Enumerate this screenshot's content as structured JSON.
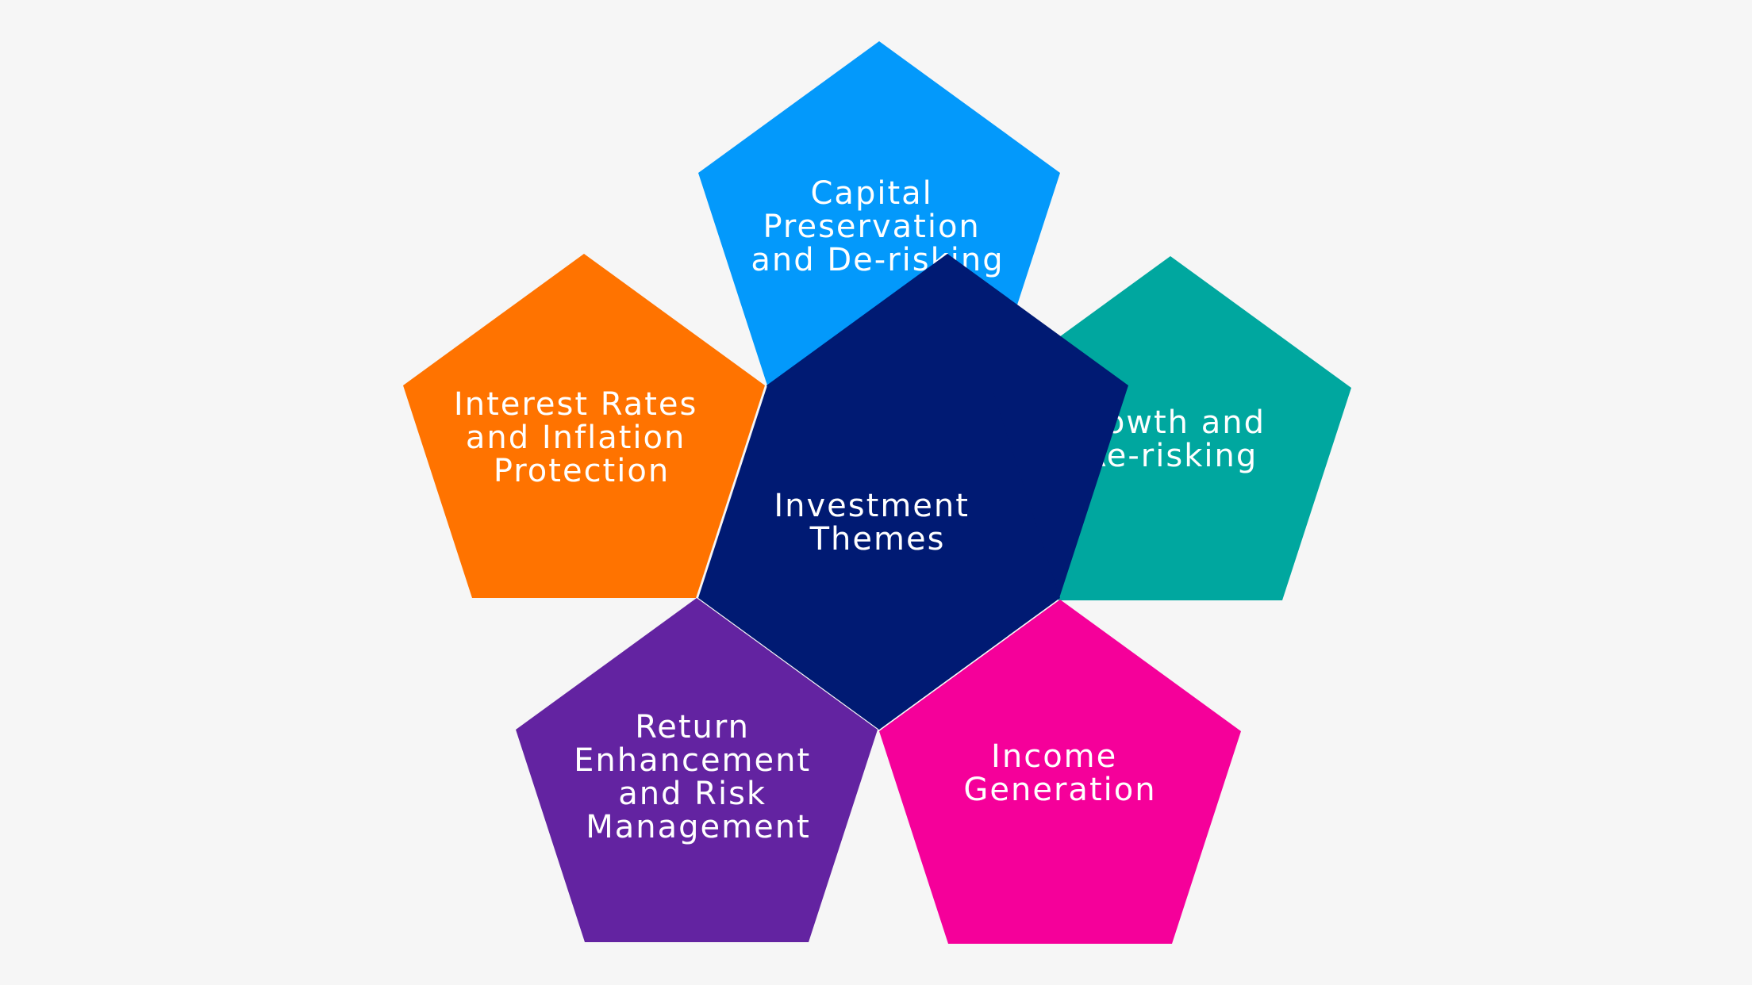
{
  "background_color": "#f6f6f6",
  "center": {
    "lines": [
      "Investment",
      "Themes"
    ],
    "color": "#001a73"
  },
  "petals": [
    {
      "id": "capital-preservation",
      "lines": [
        "Capital",
        "Preservation",
        "and De-risking"
      ],
      "color": "#0399fb"
    },
    {
      "id": "growth",
      "lines": [
        "Growth and",
        "Re-risking"
      ],
      "color": "#00a79f"
    },
    {
      "id": "income",
      "lines": [
        "Income",
        "Generation"
      ],
      "color": "#f5009a"
    },
    {
      "id": "return-enhancement",
      "lines": [
        "Return",
        "Enhancement",
        "and Risk",
        "Management"
      ],
      "color": "#6323a1"
    },
    {
      "id": "interest-rates",
      "lines": [
        "Interest Rates",
        "and Inflation",
        "Protection"
      ],
      "color": "#ff7300"
    }
  ]
}
